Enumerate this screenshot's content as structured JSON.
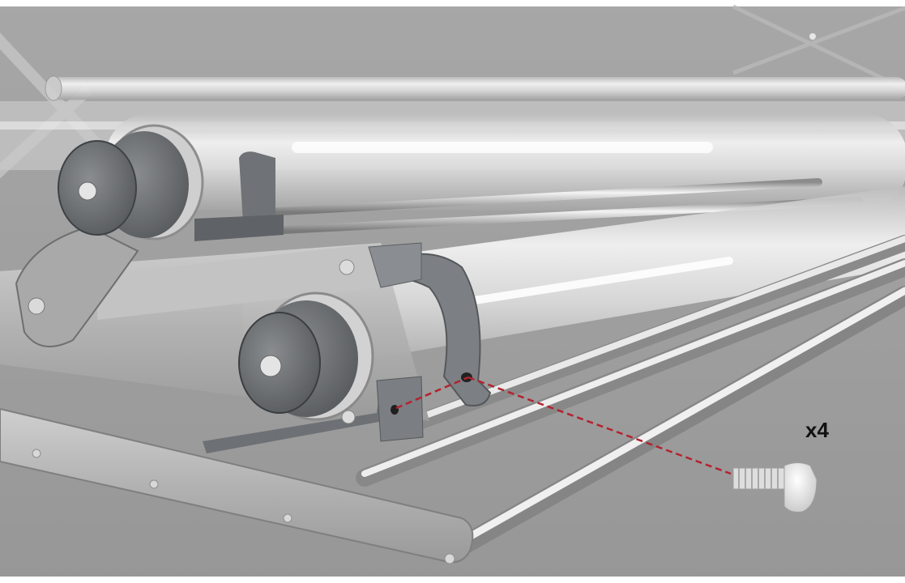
{
  "callout": {
    "quantity_label": "x4",
    "part": "thumb-screw",
    "line_style": "dashed",
    "line_color": "#b3232f"
  },
  "colors": {
    "background": "#9c9c9c",
    "chrome_rod": "#d9d9d9",
    "plastic_parts": "#6f7276"
  }
}
